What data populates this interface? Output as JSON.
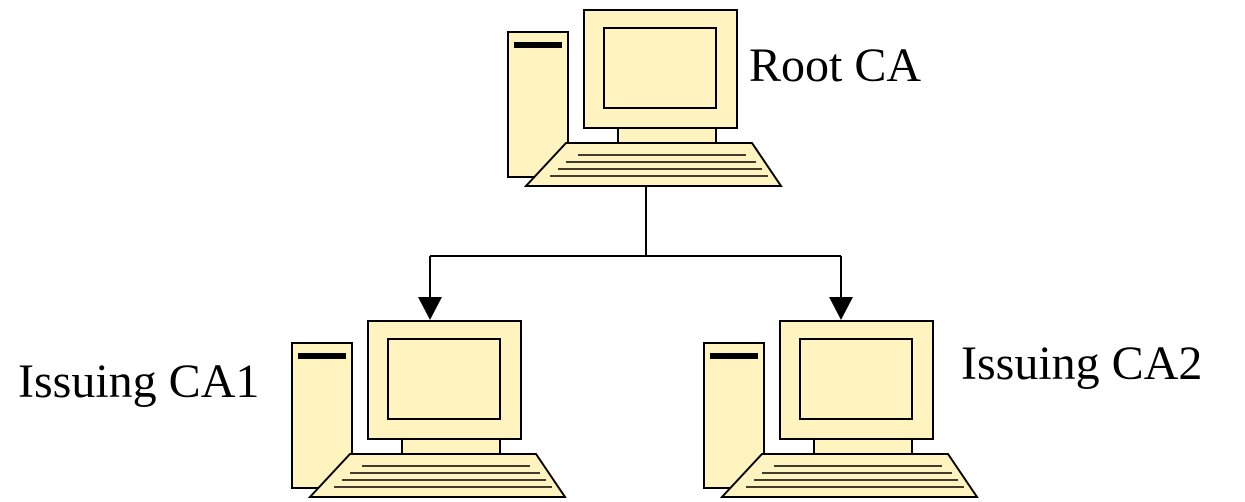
{
  "diagram": {
    "nodes": {
      "root": {
        "label": "Root CA",
        "icon": "computer-icon"
      },
      "issuing1": {
        "label": "Issuing CA1",
        "icon": "computer-icon"
      },
      "issuing2": {
        "label": "Issuing CA2",
        "icon": "computer-icon"
      }
    },
    "edges": [
      {
        "from": "Root CA",
        "to": "Issuing CA1"
      },
      {
        "from": "Root CA",
        "to": "Issuing CA2"
      }
    ],
    "colors": {
      "computer_fill": "#fff4c0",
      "stroke": "#000000",
      "background": "#ffffff"
    }
  }
}
